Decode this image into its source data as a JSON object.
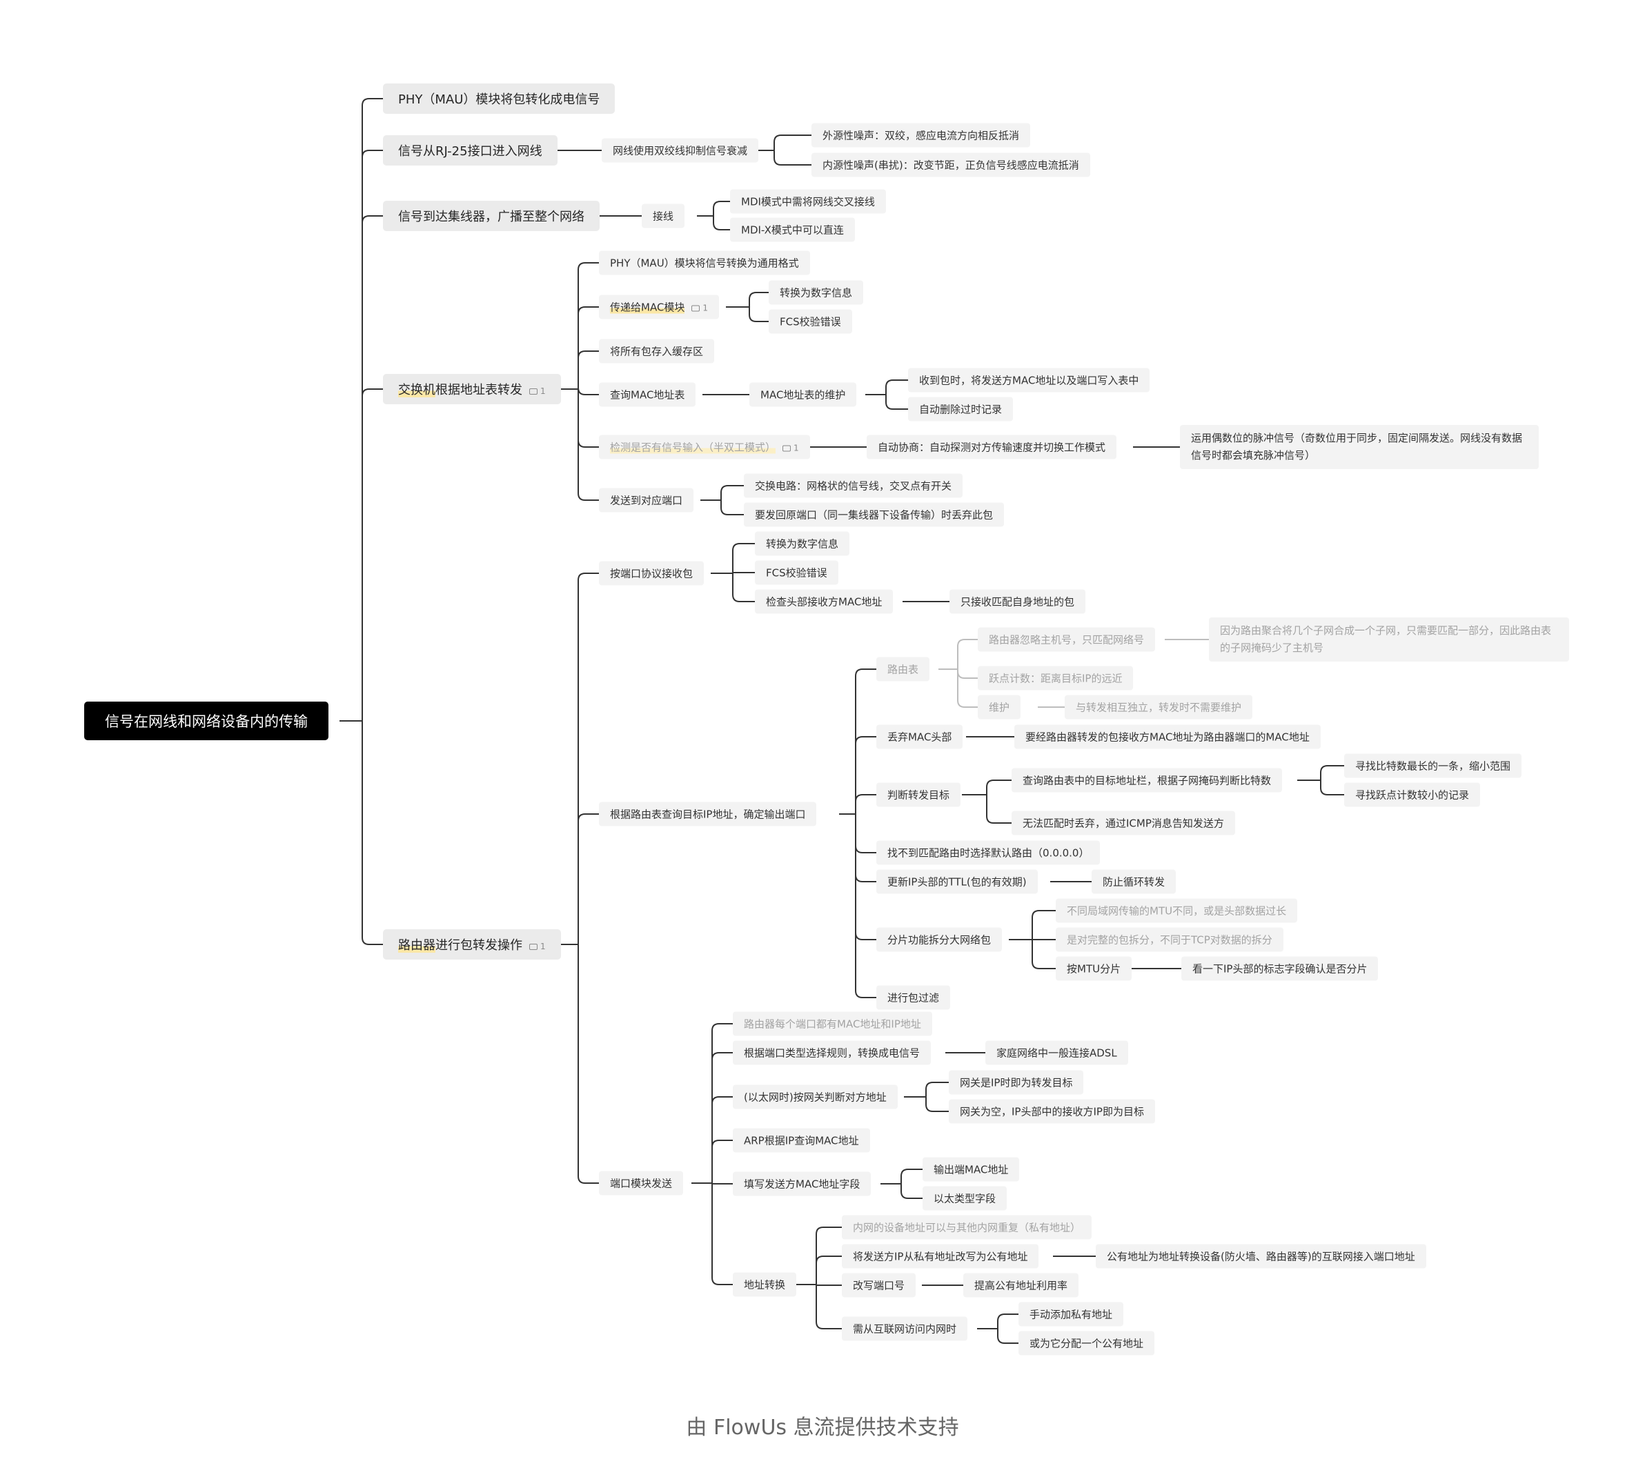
{
  "footer": "由 FlowUs 息流提供技术支持",
  "root": {
    "text": "信号在网线和网络设备内的传输"
  },
  "nodes": {
    "b1": "PHY（MAU）模块将包转化成电信号",
    "b2": "信号从RJ-25接口进入网线",
    "b2a": "网线使用双绞线抑制信号衰减",
    "b2a1": "外源性噪声：双绞，感应电流方向相反抵消",
    "b2a2": "内源性噪声(串扰)：改变节距，正负信号线感应电流抵消",
    "b3": "信号到达集线器，广播至整个网络",
    "b3a": "接线",
    "b3a1": "MDI模式中需将网线交叉接线",
    "b3a2": "MDI-X模式中可以直连",
    "b4_hl": "交换机",
    "b4_rest": "根据地址表转发",
    "b4_comments": "1",
    "b4a": "PHY（MAU）模块将信号转换为通用格式",
    "b4b": "传递给MAC模块",
    "b4b_comments": "1",
    "b4b1": "转换为数字信息",
    "b4b2": "FCS校验错误",
    "b4c": "将所有包存入缓存区",
    "b4d": "查询MAC地址表",
    "b4d1": "MAC地址表的维护",
    "b4d1a": "收到包时，将发送方MAC地址以及端口写入表中",
    "b4d1b": "自动删除过时记录",
    "b4e": "检测是否有信号输入（半双工模式）",
    "b4e_comments": "1",
    "b4e1": "自动协商：自动探测对方传输速度并切换工作模式",
    "b4e1a": "运用偶数位的脉冲信号（奇数位用于同步，固定间隔发送。网线没有数据信号时都会填充脉冲信号）",
    "b4f": "发送到对应端口",
    "b4f1": "交换电路：网格状的信号线，交叉点有开关",
    "b4f2": "要发回原端口（同一集线器下设备传输）时丢弃此包",
    "b5_hl": "路由器",
    "b5_rest": "进行包转发操作",
    "b5_comments": "1",
    "b5a": "按端口协议接收包",
    "b5a1": "转换为数字信息",
    "b5a2": "FCS校验错误",
    "b5a3": "检查头部接收方MAC地址",
    "b5a3a": "只接收匹配自身地址的包",
    "b5b": "根据路由表查询目标IP地址，确定输出端口",
    "b5b1": "路由表",
    "b5b1a": "路由器忽略主机号，只匹配网络号",
    "b5b1a1": "因为路由聚合将几个子网合成一个子网，只需要匹配一部分，因此路由表的子网掩码少了主机号",
    "b5b1b": "跃点计数：距离目标IP的远近",
    "b5b1c": "维护",
    "b5b1c1": "与转发相互独立，转发时不需要维护",
    "b5b2": "丢弃MAC头部",
    "b5b2a": "要经路由器转发的包接收方MAC地址为路由器端口的MAC地址",
    "b5b3": "判断转发目标",
    "b5b3a": "查询路由表中的目标地址栏，根据子网掩码判断比特数",
    "b5b3a1": "寻找比特数最长的一条，缩小范围",
    "b5b3a2": "寻找跃点计数较小的记录",
    "b5b3b": "无法匹配时丢弃，通过ICMP消息告知发送方",
    "b5b4": "找不到匹配路由时选择默认路由（0.0.0.0）",
    "b5b5": "更新IP头部的TTL(包的有效期)",
    "b5b5a": "防止循环转发",
    "b5b6": "分片功能拆分大网络包",
    "b5b6a": "不同局域网传输的MTU不同，或是头部数据过长",
    "b5b6b": "是对完整的包拆分，不同于TCP对数据的拆分",
    "b5b6c": "按MTU分片",
    "b5b6c1": "看一下IP头部的标志字段确认是否分片",
    "b5b7": "进行包过滤",
    "b5c": "端口模块发送",
    "b5c1": "路由器每个端口都有MAC地址和IP地址",
    "b5c2": "根据端口类型选择规则，转换成电信号",
    "b5c2a": "家庭网络中一般连接ADSL",
    "b5c3": "(以太网时)按网关判断对方地址",
    "b5c3a": "网关是IP时即为转发目标",
    "b5c3b": "网关为空，IP头部中的接收方IP即为目标",
    "b5c4": "ARP根据IP查询MAC地址",
    "b5c5": "填写发送方MAC地址字段",
    "b5c5a": "输出端MAC地址",
    "b5c5b": "以太类型字段",
    "b5c6": "地址转换",
    "b5c6a": "内网的设备地址可以与其他内网重复（私有地址）",
    "b5c6b": "将发送方IP从私有地址改写为公有地址",
    "b5c6b1": "公有地址为地址转换设备(防火墙、路由器等)的互联网接入端口地址",
    "b5c6c": "改写端口号",
    "b5c6c1": "提高公有地址利用率",
    "b5c6d": "需从互联网访问内网时",
    "b5c6d1": "手动添加私有地址",
    "b5c6d2": "或为它分配一个公有地址"
  }
}
